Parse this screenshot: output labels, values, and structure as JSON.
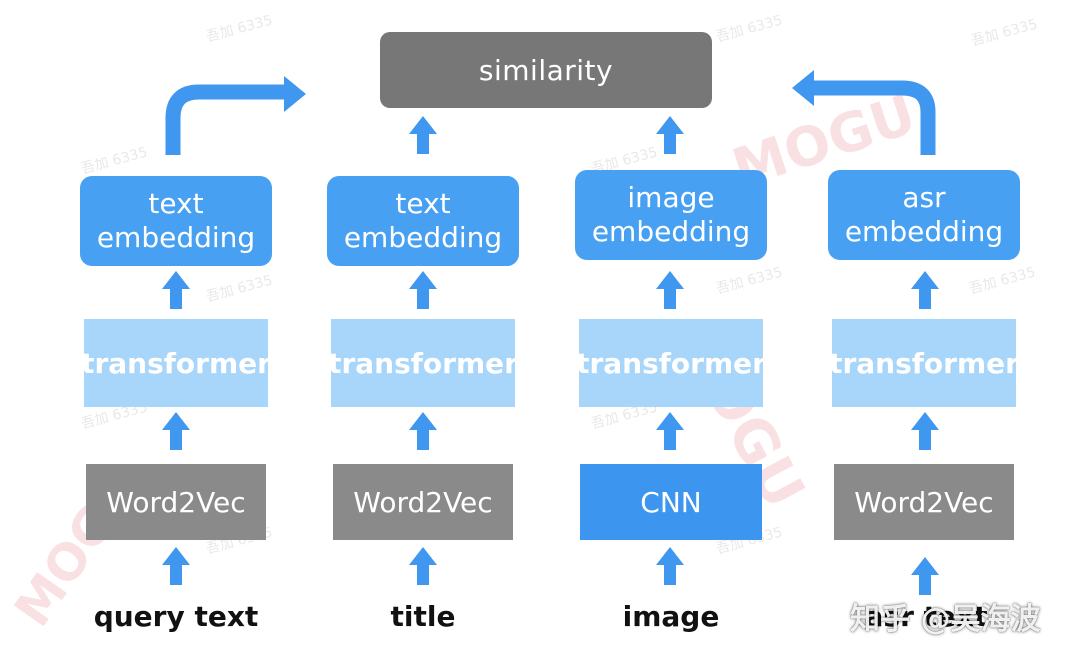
{
  "top": {
    "label": "similarity"
  },
  "columns": [
    {
      "input": "query text",
      "encoder": "Word2Vec",
      "transformer": "transformer",
      "embedding_line1": "text",
      "embedding_line2": "embedding"
    },
    {
      "input": "title",
      "encoder": "Word2Vec",
      "transformer": "transformer",
      "embedding_line1": "text",
      "embedding_line2": "embedding"
    },
    {
      "input": "image",
      "encoder": "CNN",
      "transformer": "transformer",
      "embedding_line1": "image",
      "embedding_line2": "embedding"
    },
    {
      "input": "asr text",
      "encoder": "Word2Vec",
      "transformer": "transformer",
      "embedding_line1": "asr",
      "embedding_line2": "embedding"
    }
  ],
  "watermark": {
    "credit": "知乎 @吴海波",
    "tag": "吾加 6335",
    "brand": "MOGU"
  },
  "colors": {
    "embedding": "#47a0f2",
    "transformer": "#a8d6fa",
    "encoder": "#8a8a8a",
    "cnn": "#3c95ef",
    "similarity": "#777777",
    "arrow": "#3f97f0"
  }
}
